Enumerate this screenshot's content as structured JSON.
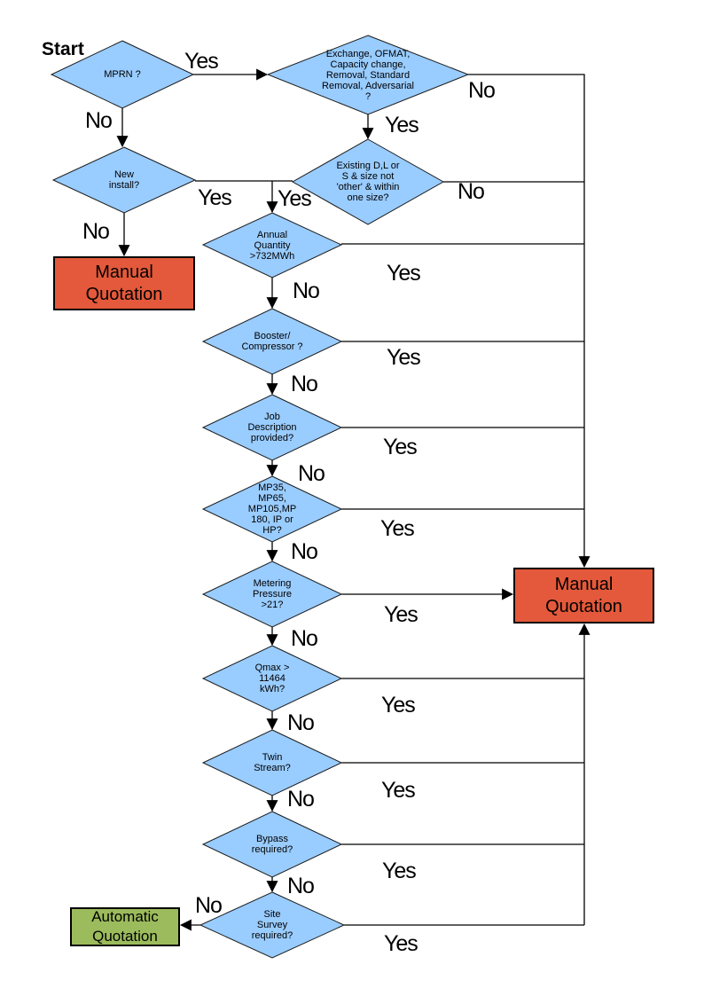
{
  "labels": {
    "start": "Start",
    "yes": "Yes",
    "no": "No"
  },
  "nodes": {
    "mprn": {
      "label": "MPRN ?"
    },
    "exchange": {
      "label": "Exchange, OFMAT, Capacity change, Removal, Standard Removal, Adversarial ?"
    },
    "new_install": {
      "label": "New install?"
    },
    "existing_size": {
      "label": "Existing D,L or S & size not 'other' & within one size?"
    },
    "annual_quantity": {
      "label": "Annual Quantity >732MWh"
    },
    "booster": {
      "label": "Booster/ Compressor ?"
    },
    "job_description": {
      "label": "Job Description provided?"
    },
    "pressure_tier": {
      "label": "MP35, MP65, MP105,MP180, IP or HP?"
    },
    "metering_pressure": {
      "label": "Metering Pressure >21?"
    },
    "qmax": {
      "label": "Qmax > 11464 kWh?"
    },
    "twin_stream": {
      "label": "Twin Stream?"
    },
    "bypass": {
      "label": "Bypass required?"
    },
    "site_survey": {
      "label": "Site Survey required?"
    },
    "manual_quotation": {
      "label": "Manual Quotation"
    },
    "automatic_quotation": {
      "label": "Automatic Quotation"
    }
  },
  "colors": {
    "decision_fill": "#99CCFF",
    "decision_border": "#1a1a1a",
    "manual_quotation_fill": "#E4593B",
    "automatic_quotation_fill": "#9CBB5C",
    "connector": "#000000"
  }
}
